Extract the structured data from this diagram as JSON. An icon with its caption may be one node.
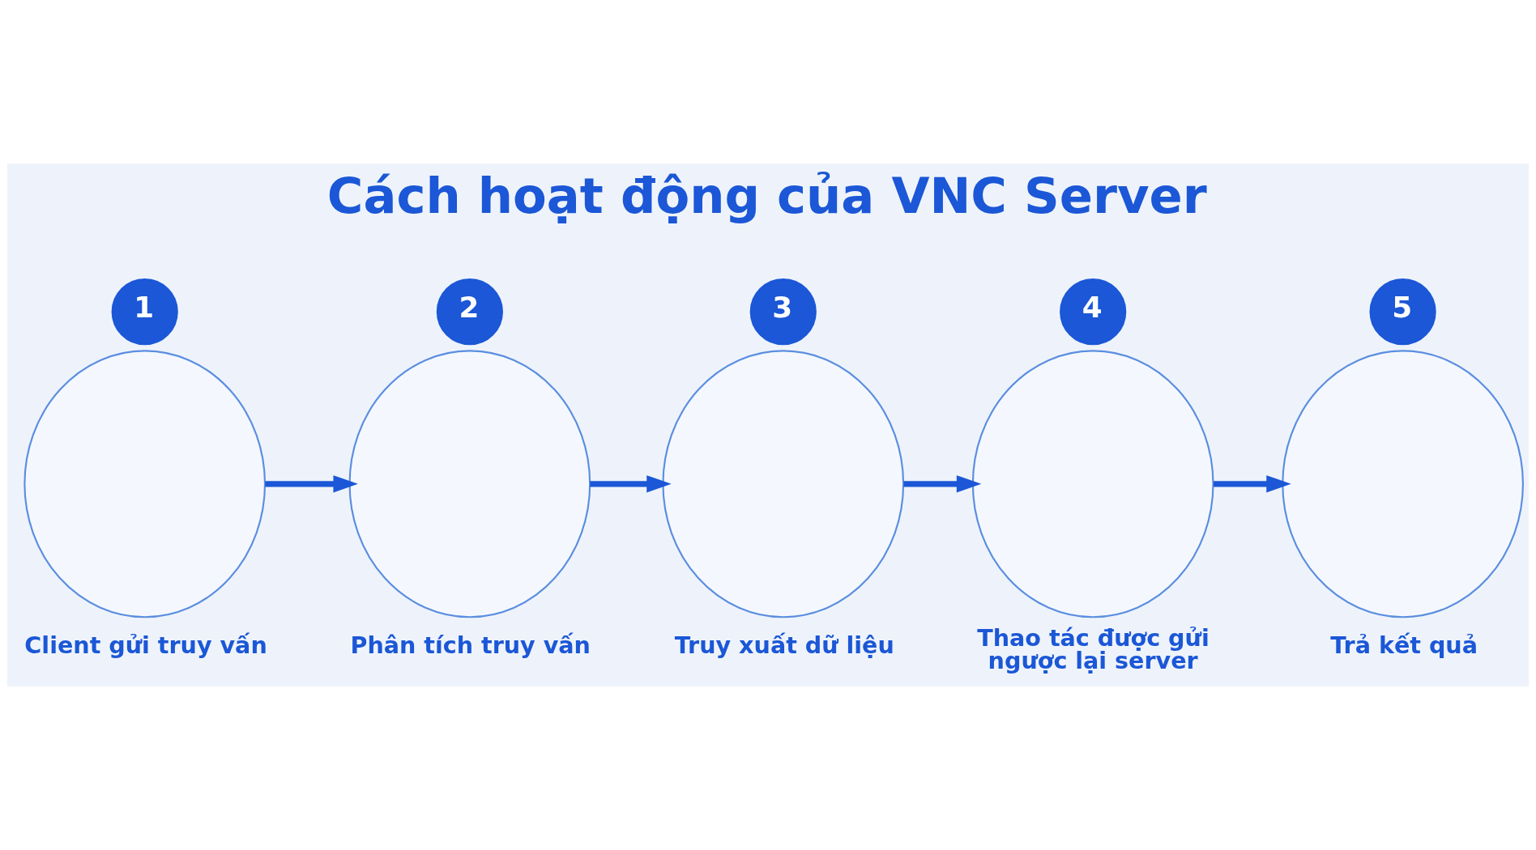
{
  "diagram": {
    "title": "Cách hoạt động của VNC Server",
    "nodes": [
      {
        "text": [
          "1"
        ]
      },
      {
        "text": [],
        "shape": "circle",
        "beside": [
          "Client gửi truy vấn"
        ]
      },
      {
        "text": [
          "2"
        ]
      },
      {
        "text": [],
        "shape": "circle",
        "beside": [
          "Phân tích truy vấn"
        ]
      },
      {
        "text": [
          "3"
        ]
      },
      {
        "text": [],
        "shape": "circle",
        "beside": [
          "Truy xuất dữ liệu"
        ]
      },
      {
        "text": [
          "4"
        ]
      },
      {
        "text": [],
        "shape": "circle",
        "beside": [
          "Thao tác được gửi ngược lại server"
        ]
      },
      {
        "text": [
          "5"
        ]
      },
      {
        "text": [],
        "shape": "circle",
        "beside": [
          "Trả kết quả"
        ]
      }
    ],
    "edges": [
      {
        "from": 1,
        "to": 3,
        "arrow": "to"
      },
      {
        "from": 3,
        "to": 5,
        "arrow": "to"
      },
      {
        "from": 5,
        "to": 7,
        "arrow": "to"
      },
      {
        "from": 7,
        "to": 9,
        "arrow": "to"
      }
    ]
  }
}
